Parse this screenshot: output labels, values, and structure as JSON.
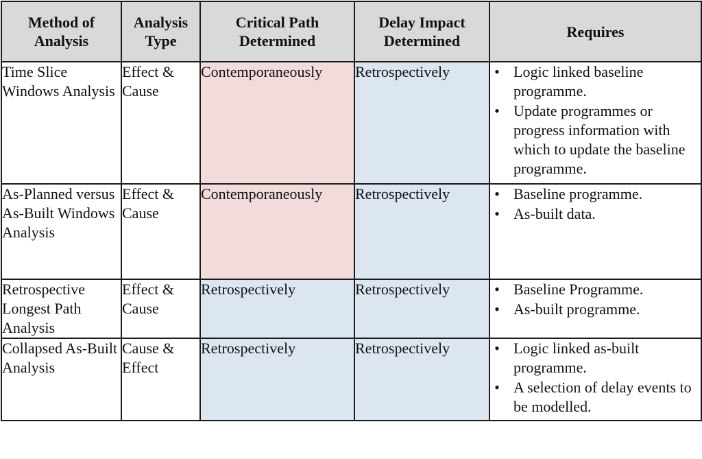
{
  "headers": {
    "method": "Method of\nAnalysis",
    "type": "Analysis\nType",
    "critical": "Critical Path\nDetermined",
    "delay": "Delay Impact\nDetermined",
    "requires": "Requires"
  },
  "rows": [
    {
      "method": "Time Slice Windows Analysis",
      "type": "Effect & Cause",
      "critical": "Contemporaneously",
      "delay": "Retrospectively",
      "requires": [
        "Logic linked baseline programme.",
        "Update programmes or progress information with which to update the baseline programme."
      ]
    },
    {
      "method": "As-Planned versus As-Built Windows Analysis",
      "type": "Effect & Cause",
      "critical": "Contemporaneously",
      "delay": "Retrospectively",
      "requires": [
        "Baseline programme.",
        "As-built data."
      ]
    },
    {
      "method": "Retrospective Longest Path Analysis",
      "type": "Effect & Cause",
      "critical": "Retrospectively",
      "delay": "Retrospectively",
      "requires": [
        "Baseline Programme.",
        "As-built programme."
      ]
    },
    {
      "method": "Collapsed As-Built Analysis",
      "type": "Cause & Effect",
      "critical": "Retrospectively",
      "delay": "Retrospectively",
      "requires": [
        "Logic linked as-built programme.",
        "A selection of delay events to be modelled."
      ]
    }
  ],
  "bullet_glyph": "•",
  "colors": {
    "header_bg": "#d9d9d9",
    "contemporaneous_bg": "#f2dcdb",
    "retrospective_bg": "#dce6f1"
  }
}
